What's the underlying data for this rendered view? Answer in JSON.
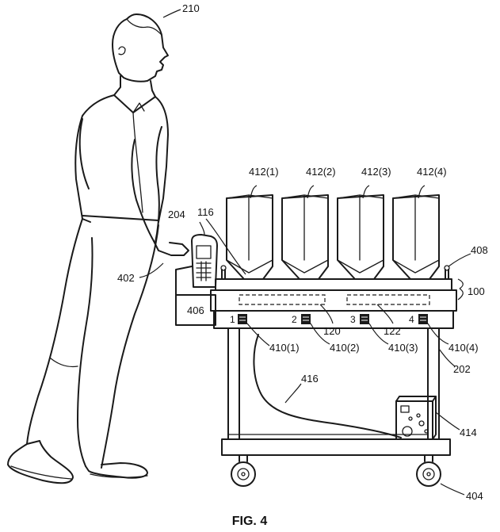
{
  "caption": "FIG. 4",
  "labels": {
    "person": "210",
    "handheld_device": "204",
    "hand": "402",
    "cart_rail": "116",
    "side_tray": "406",
    "bin1": "412(1)",
    "bin2": "412(2)",
    "bin3": "412(3)",
    "bin4": "412(4)",
    "post": "408",
    "shelf_assembly": "100",
    "antenna1": "120",
    "antenna2": "122",
    "tag1": "410(1)",
    "tag2": "410(2)",
    "tag3": "410(3)",
    "tag4": "410(4)",
    "cart_frame": "202",
    "cable": "416",
    "power_unit": "414",
    "wheel": "404"
  },
  "slot_numbers": [
    "1",
    "2",
    "3",
    "4"
  ]
}
